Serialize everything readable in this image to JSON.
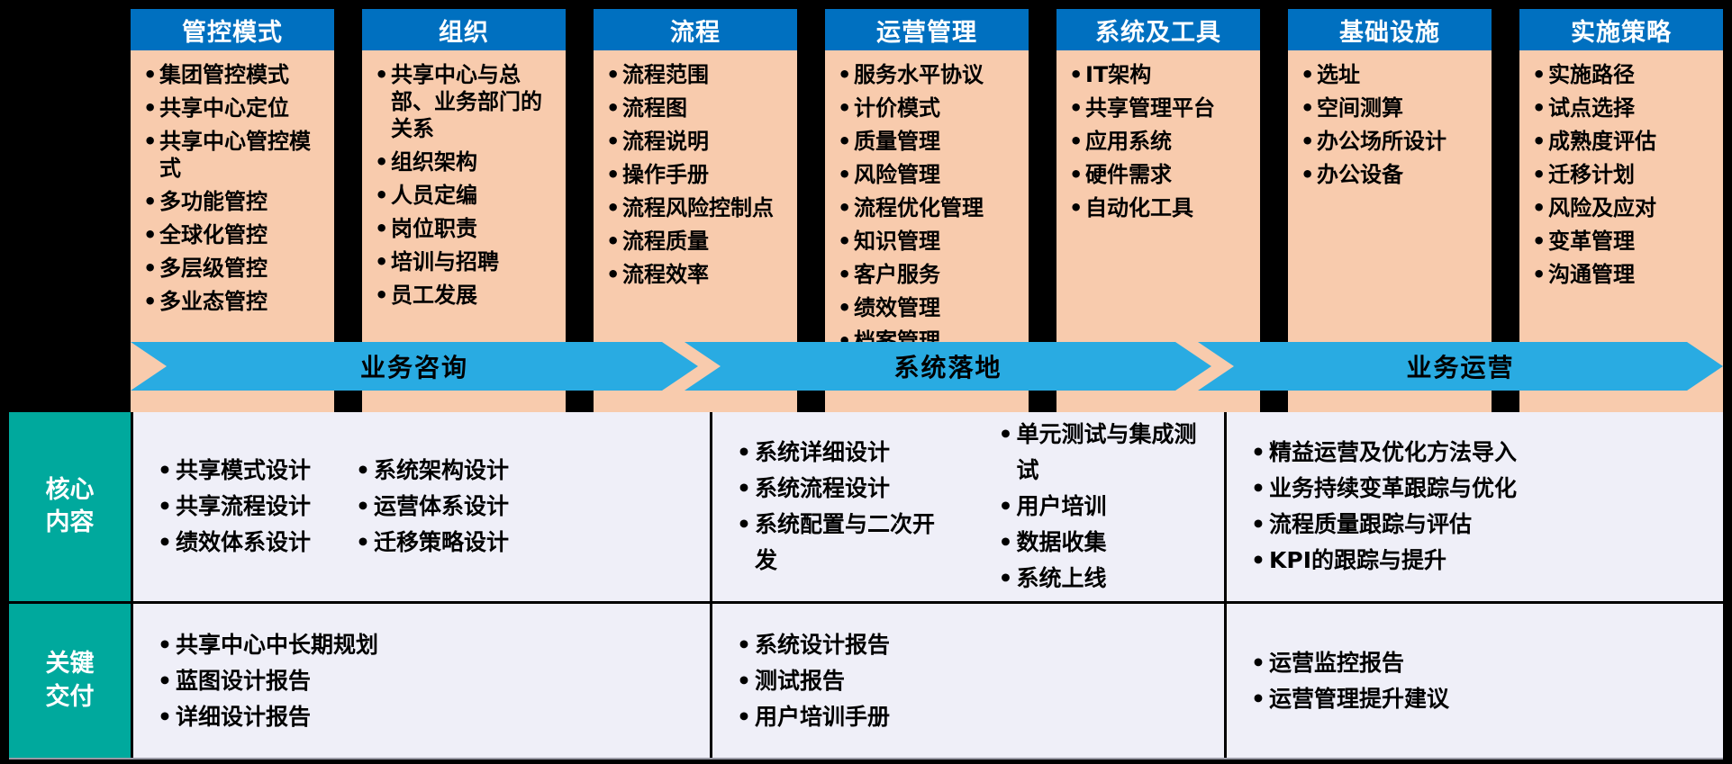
{
  "colors": {
    "page_bg": "#000000",
    "header_blue": "#0070C0",
    "body_peach": "#F8CBAD",
    "arrow_cyan": "#29ABE2",
    "row_header_teal": "#00A99D",
    "table_bg": "#EFEFF8"
  },
  "columns": [
    {
      "title": "管控模式",
      "items": [
        "集团管控模式",
        "共享中心定位",
        "共享中心管控模式",
        "多功能管控",
        "全球化管控",
        "多层级管控",
        "多业态管控"
      ]
    },
    {
      "title": "组织",
      "items": [
        "共享中心与总部、业务部门的关系",
        "组织架构",
        "人员定编",
        "岗位职责",
        "培训与招聘",
        "员工发展"
      ]
    },
    {
      "title": "流程",
      "items": [
        "流程范围",
        "流程图",
        "流程说明",
        "操作手册",
        "流程风险控制点",
        "流程质量",
        "流程效率"
      ]
    },
    {
      "title": "运营管理",
      "items": [
        "服务水平协议",
        "计价模式",
        "质量管理",
        "风险管理",
        "流程优化管理",
        "知识管理",
        "客户服务",
        "绩效管理",
        "档案管理"
      ]
    },
    {
      "title": "系统及工具",
      "items": [
        "IT架构",
        "共享管理平台",
        "应用系统",
        "硬件需求",
        "自动化工具"
      ]
    },
    {
      "title": "基础设施",
      "items": [
        "选址",
        "空间测算",
        "办公场所设计",
        "办公设备"
      ]
    },
    {
      "title": "实施策略",
      "items": [
        "实施路径",
        "试点选择",
        "成熟度评估",
        "迁移计划",
        "风险及应对",
        "变革管理",
        "沟通管理"
      ]
    }
  ],
  "phases": [
    {
      "label": "业务咨询"
    },
    {
      "label": "系统落地"
    },
    {
      "label": "业务运营"
    }
  ],
  "rows": [
    {
      "header": "核心内容",
      "cells": [
        {
          "groups": [
            [
              "共享模式设计",
              "共享流程设计",
              "绩效体系设计"
            ],
            [
              "系统架构设计",
              "运营体系设计",
              "迁移策略设计"
            ]
          ]
        },
        {
          "groups": [
            [
              "系统详细设计",
              "系统流程设计",
              "系统配置与二次开发"
            ],
            [
              "单元测试与集成测试",
              "用户培训",
              "数据收集",
              "系统上线"
            ]
          ]
        },
        {
          "groups": [
            [
              "精益运营及优化方法导入",
              "业务持续变革跟踪与优化",
              "流程质量跟踪与评估",
              "KPI的跟踪与提升"
            ]
          ]
        }
      ]
    },
    {
      "header": "关键交付",
      "cells": [
        {
          "groups": [
            [
              "共享中心中长期规划",
              "蓝图设计报告",
              "详细设计报告"
            ]
          ]
        },
        {
          "groups": [
            [
              "系统设计报告",
              "测试报告",
              "用户培训手册"
            ]
          ]
        },
        {
          "groups": [
            [
              "运营监控报告",
              "运营管理提升建议"
            ]
          ]
        }
      ]
    }
  ]
}
